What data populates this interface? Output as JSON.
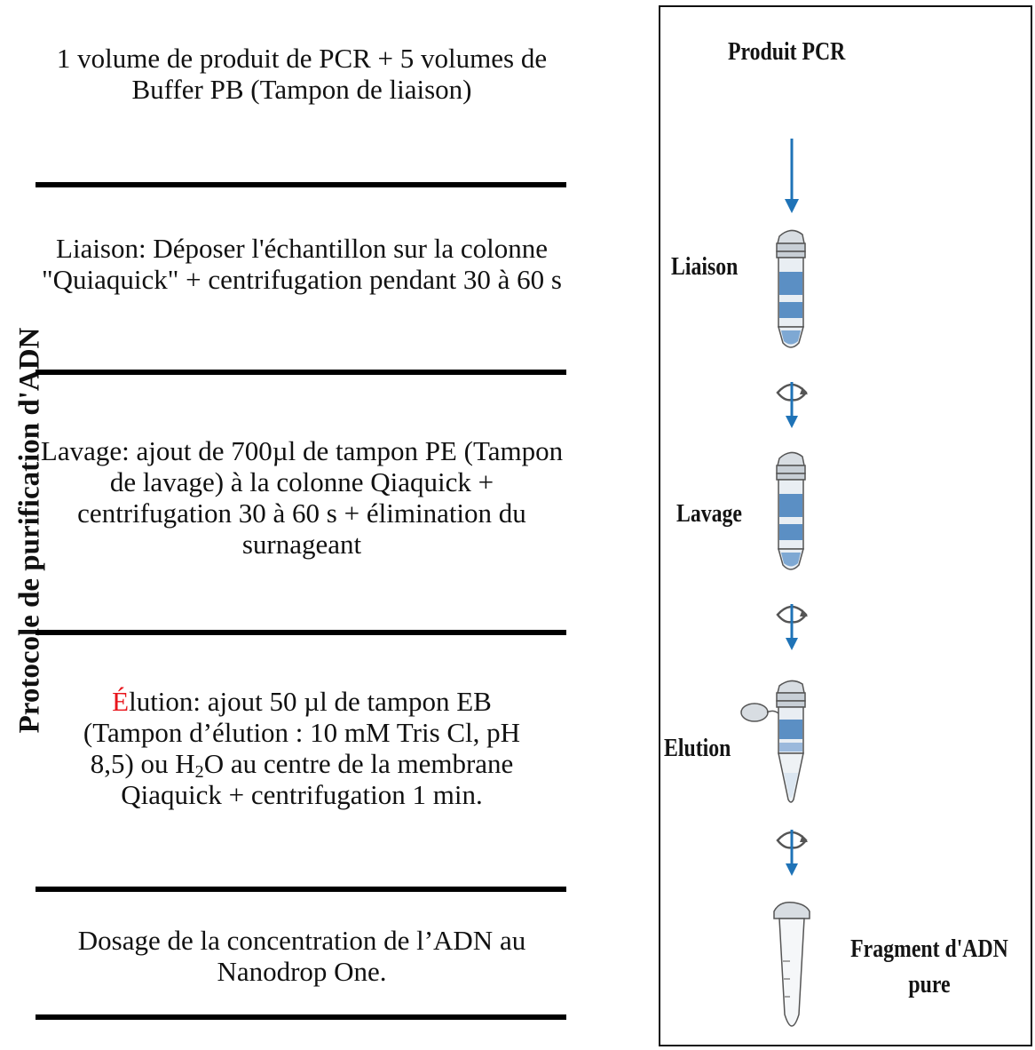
{
  "protocol": {
    "title": "Protocole de purification d'ADN",
    "steps": [
      {
        "text": "1 volume de produit de PCR + 5 volumes de Buffer PB (Tampon de liaison)"
      },
      {
        "text": "Liaison: Déposer l'échantillon sur la colonne \"Quiaquick\" + centrifugation pendant 30 à 60 s"
      },
      {
        "text": "Lavage: ajout de 700µl de tampon PE (Tampon de lavage) à la colonne Qiaquick + centrifugation 30 à 60 s + élimination du surnageant"
      },
      {
        "first_letter": "É",
        "line1": "lution: ajout 50 µl de tampon EB",
        "line2": "(Tampon d’élution : 10 mM Tris Cl, pH",
        "line3_before": "8,5) ou H",
        "line3_sub": "2",
        "line3_after": "O au centre de la membrane",
        "line4": "Qiaquick + centrifugation 1 min."
      },
      {
        "text": "Dosage de la concentration de l’ADN au Nanodrop One."
      }
    ]
  },
  "diagram": {
    "top_label": "Produit PCR",
    "stages": [
      "Liaison",
      "Lavage",
      "Elution"
    ],
    "final_label_line1": "Fragment d'ADN",
    "final_label_line2": "pure"
  },
  "colors": {
    "highlight": "#e8141b",
    "arrow_blue": "#1f73b7",
    "column_blue": "#5b8fc4",
    "line": "#000000"
  }
}
